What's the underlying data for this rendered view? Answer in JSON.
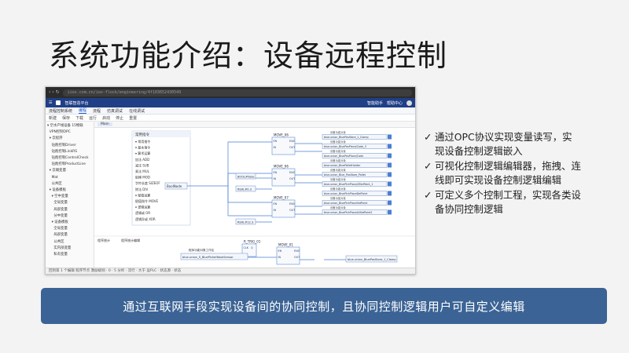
{
  "slide": {
    "title": "系统功能介绍：设备远程控制",
    "bullets": [
      "通过OPC协议实现变量读写，实现设备控制逻辑嵌入",
      "可视化控制逻辑编辑器，拖拽、连线即可实现设备控制逻辑编辑",
      "可定义多个控制工程，实现各类设备协同控制逻辑"
    ],
    "check_glyph": "✓",
    "banner": "通过互联网手段实现设备间的协同控制，且协同控制逻辑用户可自定义编辑"
  },
  "screenshot": {
    "browser": {
      "nav": "‹ › ↻",
      "url": "iiov.com.cn/iov-flock/engineering/4f103652430549"
    },
    "app": {
      "name": "智联智造平台",
      "links": [
        "智能助手",
        "帮助中心"
      ]
    },
    "menu": [
      "流程控制系统",
      "编程",
      "流程",
      "仿真调试",
      "在线调试"
    ],
    "toolbar": [
      "新建",
      "保存",
      "下载",
      "运行",
      "启动",
      "停止",
      "重置"
    ],
    "tree": [
      "▾ 空水产线设备 15物联",
      "  VPN控制OPC",
      "  ▾ 云程序",
      "    钻削控制Driver",
      "    钻削控制LinkRS",
      "    钻削控制ControlCheck",
      "    钻削控制ProductLine",
      "  ▾ 云端变量",
      "    Mat",
      "    公共区",
      "  ▾ 设备模板",
      "    ▾ 空中变量",
      "      全局变量",
      "      局部变量",
      "      分中变量",
      "    ▾ 设备模板",
      "      全局变量",
      "      局部变量",
      "      公共区",
      "      实内部变量",
      "      私有变量"
    ],
    "tab": "Main",
    "instructions": {
      "header": "常用指令",
      "items": [
        "▾ 常用指令",
        "  ▾ 基本指令",
        "    ▾ 算术运算",
        "      加法 ADD",
        "      减法 SUB",
        "      乘法 MUL",
        "      取模 MOD",
        "      字符长度 SIZEOF",
        "      除法 DIV",
        "    ▾ 赋值运算",
        "      赋值指令 MOVE",
        "    ▾ 逻辑运算",
        "      逻辑或 OR",
        "      逻辑异或 XOR"
      ]
    },
    "blocks": [
      {
        "title": "MOVE_06",
        "ports": [
          "EN",
          "ENO",
          "IN",
          "OUT"
        ]
      },
      {
        "title": "MOVE_06",
        "ports": [
          "EN",
          "ENO",
          "IN",
          "OUT"
        ]
      },
      {
        "title": "MOVE_07",
        "ports": [
          "EN",
          "ENO",
          "IN",
          "OUT"
        ]
      },
      {
        "title": "MOVE_01",
        "ports": [
          "EN",
          "ENO",
          "IN",
          "OUT"
        ]
      },
      {
        "title": "R_TRIG_01",
        "ports": [
          "CLK",
          "Q"
        ]
      }
    ],
    "canvas_labels": {
      "bool_input": "BoolNode",
      "var_a": "BOOL#false",
      "var_b": "REAL#0.3",
      "var_c": "REAL#12.3",
      "out_header": "设备功能对象",
      "out_vars": [
        "blue.union_BluePosStore_1_Clamp",
        "blue.union_BluePosPiece/Code_3",
        "blue.union_BluePosPlace/Code",
        "blue.union_BluePalletHolder",
        "blue.union_Blue_PosStore_Pallet",
        "blue.union_BluePickPlace/ZDelPoint_1",
        "blue.union_BluePickPlaceDelPoint",
        "blue.union_BluePickPlaceSetPoint",
        "blue.union_BluePickPlaceAllSetPoint2"
      ],
      "sub_tab": "程序统计",
      "sub_tab2": "程序统计编辑",
      "sub_lines": [
        "程序功能对象工作区",
        "blue.union_S_BluePickerBaseSensor",
        "blue.union_BluePosStore_1_Clamp"
      ]
    },
    "status": "回到第 1 个编辑 程序节点   激励级别 · 0   · 5   分析    · 流行   · 大于   运PLC  · 状态源   · 状态"
  },
  "colors": {
    "banner": "#3b6395",
    "app_bar": "#1f3f86",
    "wire": "#4a7fd3",
    "block_stroke": "#5a8bd6"
  }
}
